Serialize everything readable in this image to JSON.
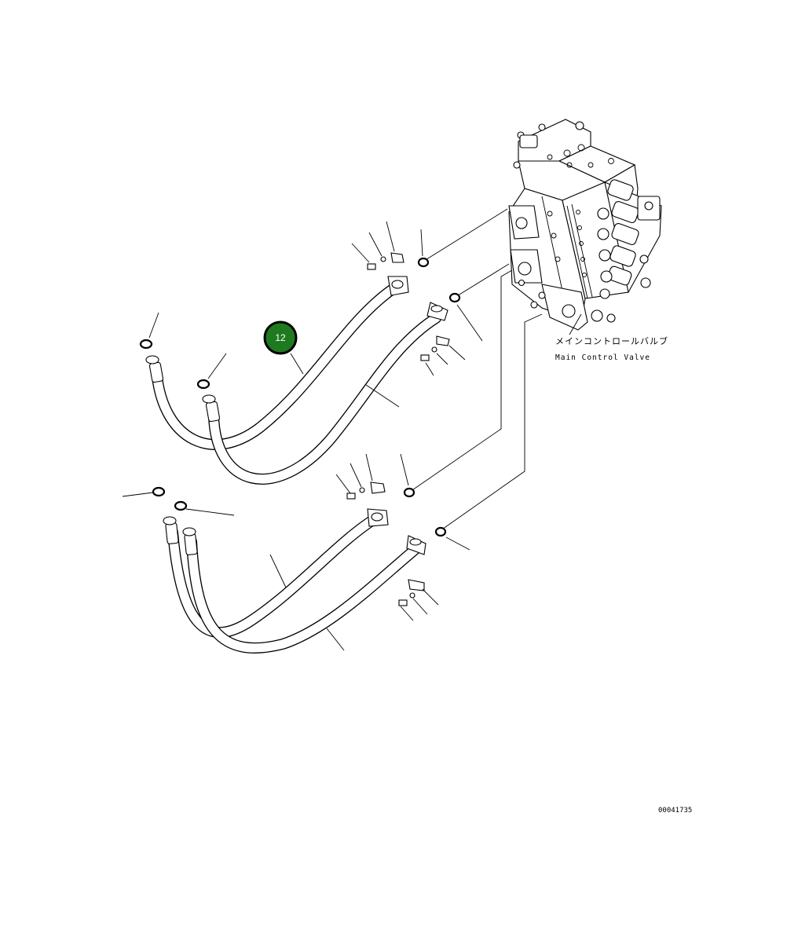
{
  "labels": {
    "valve_jp": "メインコントロールバルブ",
    "valve_en": "Main Control Valve",
    "figure_number": "00041735"
  },
  "callout": {
    "number": "12",
    "fill_color": "#1f7a1f",
    "ring_color": "#000000"
  },
  "icons": {
    "callout": "numbered-circle-marker"
  }
}
